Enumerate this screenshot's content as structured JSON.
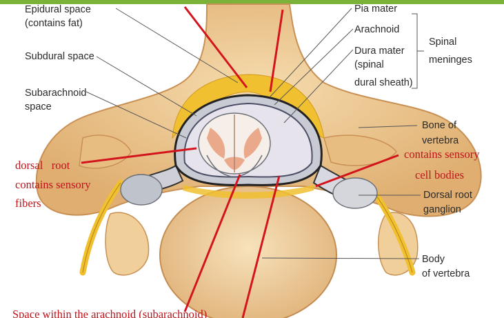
{
  "labels": {
    "epidural_1": "Epidural space",
    "epidural_2": "(contains fat)",
    "subdural": "Subdural space",
    "subarachnoid_1": "Subarachnoid",
    "subarachnoid_2": "space",
    "pia": "Pia mater",
    "arachnoid": "Arachnoid",
    "dura_1": "Dura mater",
    "dura_2": "(spinal",
    "dura_3": "dural sheath)",
    "meninges_1": "Spinal",
    "meninges_2": "meninges",
    "bone_1": "Bone of",
    "bone_2": "vertebra",
    "drg_1": "Dorsal root",
    "drg_2": "ganglion",
    "body_1": "Body",
    "body_2": "of vertebra"
  },
  "annotations": {
    "dorsal_1": "dorsal   root",
    "dorsal_2": "contains sensory",
    "dorsal_3": "fibers",
    "cell_1": "contains sensory",
    "cell_2": "cell bodies",
    "bottom": "Space within the arachnoid (subarachnoid)"
  },
  "colors": {
    "accent_bar": "#7bb33a",
    "annotation_red": "#c0141c",
    "bone": "#ecc48c",
    "fat": "#f0c030"
  }
}
